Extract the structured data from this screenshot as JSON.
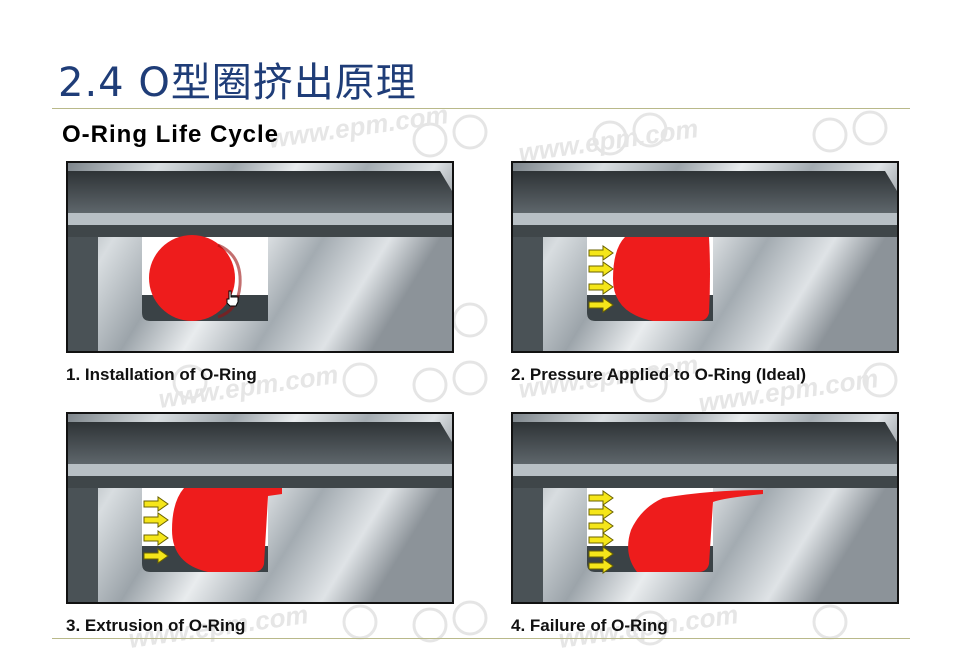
{
  "title": "2.4  O型圈挤出原理",
  "subtitle": "O-Ring Life Cycle",
  "captions": [
    "1. Installation of O-Ring",
    "2. Pressure Applied to O-Ring (Ideal)",
    "3. Extrusion of O-Ring",
    "4. Failure of O-Ring"
  ],
  "watermark_text": "www.epm.com",
  "colors": {
    "title": "#1f3d78",
    "oring": "#ee1c1c",
    "arrow": "#f5e61a",
    "steel": "#9aa2a8"
  },
  "icons": {
    "cursor": "hand-cursor-icon",
    "pressure": "pressure-arrow-icon"
  }
}
